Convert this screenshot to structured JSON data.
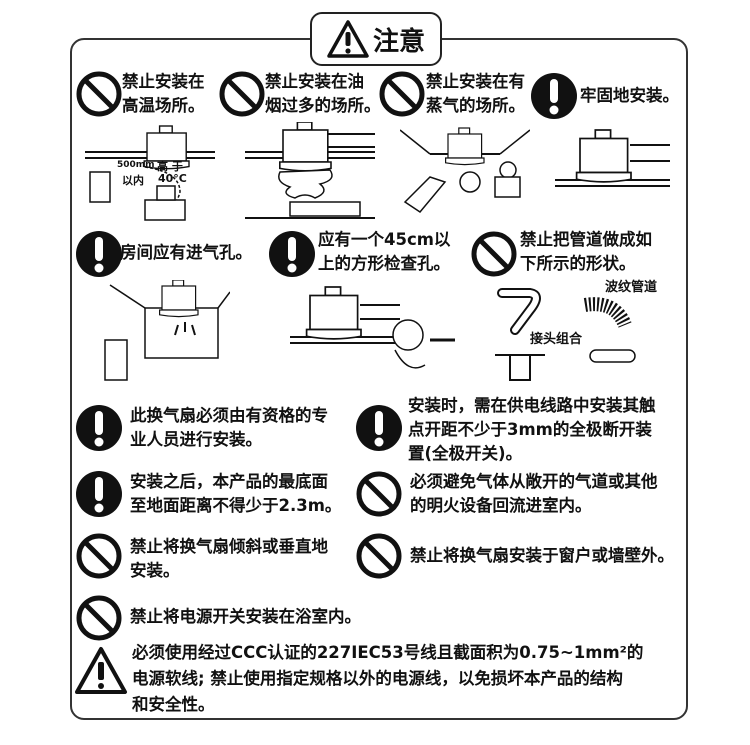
{
  "title": "注意",
  "top_items": [
    {
      "icon": "prohibit-icon",
      "lines": [
        "禁止安装在",
        "高温场所。"
      ]
    },
    {
      "icon": "prohibit-icon",
      "lines": [
        "禁止安装在油",
        "烟过多的场所。"
      ]
    },
    {
      "icon": "prohibit-icon",
      "lines": [
        "禁止安装在有",
        "蒸气的场所。"
      ]
    },
    {
      "icon": "exclamation-icon",
      "lines": [
        "牢固地安装。"
      ]
    }
  ],
  "heat_labels": {
    "distance": "500mm",
    "within": "以内",
    "above": "高 于",
    "temp": "40°C"
  },
  "mid_items": [
    {
      "icon": "exclamation-icon",
      "lines": [
        "房间应有进气孔。"
      ]
    },
    {
      "icon": "exclamation-icon",
      "lines": [
        "应有一个45cm以",
        "上的方形检查孔。"
      ]
    },
    {
      "icon": "prohibit-icon",
      "lines": [
        "禁止把管道做成如",
        "下所示的形状。"
      ]
    }
  ],
  "duct_labels": {
    "corrugated": "波纹管道",
    "joint": "接头组合"
  },
  "notes": [
    {
      "icon": "exclamation-icon",
      "lines": [
        "此换气扇必须由有资格的专",
        "业人员进行安装。"
      ]
    },
    {
      "icon": "exclamation-icon",
      "lines": [
        "安装时，需在供电线路中安装其触",
        "点开距不少于3mm的全极断开装",
        "置(全极开关)。"
      ]
    },
    {
      "icon": "exclamation-icon",
      "lines": [
        "安装之后，本产品的最底面",
        "至地面距离不得少于2.3m。"
      ]
    },
    {
      "icon": "prohibit-icon",
      "lines": [
        "必须避免气体从敞开的气道或其他",
        "的明火设备回流进室内。"
      ]
    },
    {
      "icon": "prohibit-icon",
      "lines": [
        "禁止将换气扇倾斜或垂直地",
        "安装。"
      ]
    },
    {
      "icon": "prohibit-icon",
      "lines": [
        "禁止将换气扇安装于窗户或墙壁外。"
      ]
    },
    {
      "icon": "prohibit-icon",
      "lines": [
        "禁止将电源开关安装在浴室内。"
      ]
    }
  ],
  "warning": {
    "icon": "warning-triangle-icon",
    "lines": [
      "必须使用经过CCC认证的227IEC53号线且截面积为0.75~1mm²的",
      "电源软线; 禁止使用指定规格以外的电源线，以免损坏本产品的结构",
      "和安全性。"
    ]
  }
}
